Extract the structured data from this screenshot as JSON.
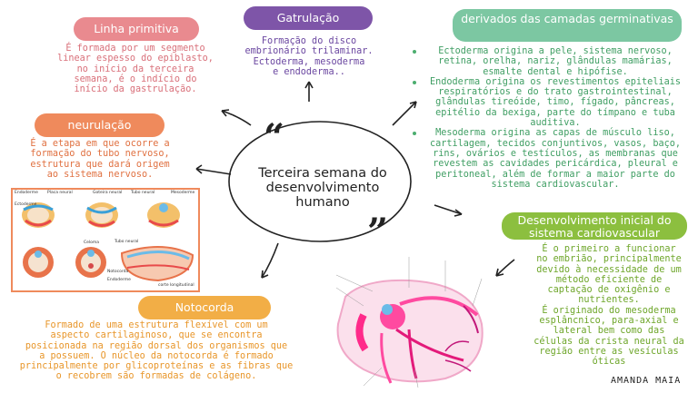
{
  "center": {
    "title": "Terceira semana do desenvolvimento humano"
  },
  "linha_primitiva": {
    "title": "Linha primitiva",
    "text": "É formada por um segmento\nlinear espesso do epiblasto,\nno início da terceira\nsemana, é o indício do\ninício da gastrulação."
  },
  "gastrulacao": {
    "title": "Gatrulação",
    "text": "Formação do disco\nembrionário trilaminar.\nEctoderma, mesoderma\ne endoderma.."
  },
  "derivados": {
    "title": "derivados das camadas germinativas",
    "items": [
      "Ectoderma origina a pele, sistema nervoso, retina, orelha, nariz, glândulas mamárias, esmalte dental e hipófise.",
      "Endoderma origina os revestimentos epiteliais respiratórios e do trato gastrointestinal, glândulas tireóide, timo, fígado, pâncreas, epitélio da bexiga, parte do tímpano e tuba auditiva.",
      "Mesoderma origina as capas de músculo liso, cartilagem, tecidos conjuntivos, vasos, baço, rins, ovários e testículos, as membranas que revestem as cavidades pericárdica, pleural e peritoneal, além de formar a maior parte do sistema cardiovascular."
    ]
  },
  "neurulacao": {
    "title": "neurulação",
    "text": "É a etapa em que ocorre a\nformação do tubo nervoso,\nestrutura que dará origem\nao sistema nervoso."
  },
  "cardiovascular": {
    "title": "Desenvolvimento inicial do sistema cardiovascular",
    "text": "É o primeiro a funcionar\nno embrião, principalmente\ndevido à necessidade de um\nmétodo eficiente de\ncaptação de oxigênio e\nnutrientes.\nÉ originado do mesoderma\nesplâncnico, para-axial e\nlateral bem como das\ncélulas da crista neural da\nregião entre as vesículas\nóticas"
  },
  "notocorda": {
    "title": "Notocorda",
    "text": "Formado de uma estrutura flexível com um\naspecto cartilaginoso, que se encontra\nposicionada na região dorsal dos organismos que\na possuem. O núcleo da notocorda é formado\nprincipalmente por glicoproteínas e as fibras que\no recobrem são formadas de colágeno."
  },
  "neural_figure": {
    "labels": [
      "Endoderme",
      "Placa neural",
      "Goteira neural",
      "Tubo neural",
      "Mesoderme",
      "Ectoderme",
      "Celoma",
      "Tubo neural",
      "Notocorda",
      "Endoderme",
      "corte longitudinal"
    ]
  },
  "author": "AMANDA MAIA",
  "colors": {
    "linha": "#e98a8f",
    "gastrulacao": "#7e55a8",
    "derivados": "#7cc7a2",
    "neurulacao": "#ef8a5c",
    "cardio": "#8cbf3f",
    "notocorda": "#f2ae46"
  }
}
